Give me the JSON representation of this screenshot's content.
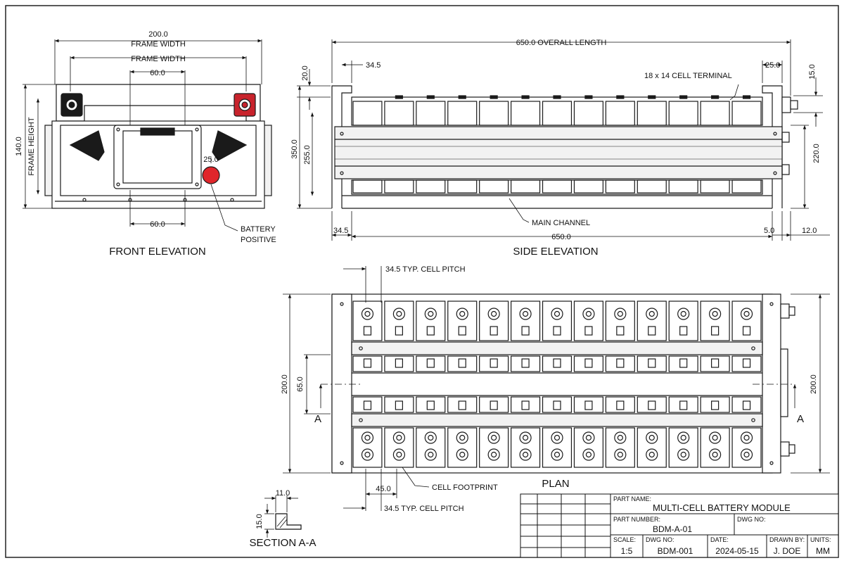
{
  "views": {
    "front": "FRONT ELEVATION",
    "side": "SIDE ELEVATION",
    "plan": "PLAN",
    "section": "SECTION A-A"
  },
  "front_dims": {
    "overall": "200.0",
    "frame_width": "FRAME WIDTH",
    "frame_width_inner": "FRAME WIDTH",
    "top_60": "60.0",
    "bottom_60": "60.0",
    "height": "140.0",
    "frame_height": "FRAME HEIGHT",
    "d25": "25.0",
    "battery_positive_1": "BATTERY",
    "battery_positive_2": "POSITIVE"
  },
  "side_dims": {
    "overall": "650.0 OVERALL LENGTH",
    "d34_5_top": "34.5",
    "d25_top": "25.0",
    "d20": "20.0",
    "d15": "15.0",
    "d350": "350.0",
    "d255": "255.0",
    "d220": "220.0",
    "terminal": "18 x 14 CELL TERMINAL",
    "channel": "MAIN CHANNEL",
    "d34_5_bottom": "34.5",
    "d650": "650.0",
    "d5": "5.0",
    "d12": "12.0"
  },
  "plan_dims": {
    "pitch_top": "34.5 TYP. CELL PITCH",
    "pitch_bottom": "34.5 TYP. CELL PITCH",
    "d200_left": "200.0",
    "d65": "65.0",
    "d200_right": "200.0",
    "d45": "45.0",
    "footprint": "CELL FOOTPRINT",
    "section_left": "A",
    "section_right": "A"
  },
  "section_dims": {
    "d11": "11.0",
    "d15": "15.0"
  },
  "title_block": {
    "part_name_label": "PART NAME:",
    "part_name": "MULTI-CELL BATTERY MODULE",
    "part_number_label": "PART NUMBER:",
    "part_number": "BDM-A-01",
    "dwg_no_label_top": "DWG NO:",
    "scale_label": "SCALE:",
    "scale": "1:5",
    "dwg_no_label": "DWG NO:",
    "dwg_no": "BDM-001",
    "date_label": "DATE:",
    "date": "2024-05-15",
    "drawn_by_label": "DRAWN BY:",
    "drawn_by": "J. DOE",
    "units_label": "UNITS:",
    "units": "MM"
  },
  "colors": {
    "line": "#1a1a1a",
    "positive_terminal": "#c8232c",
    "red_button": "#e0262b",
    "frame_fill": "#f2f2f2"
  }
}
